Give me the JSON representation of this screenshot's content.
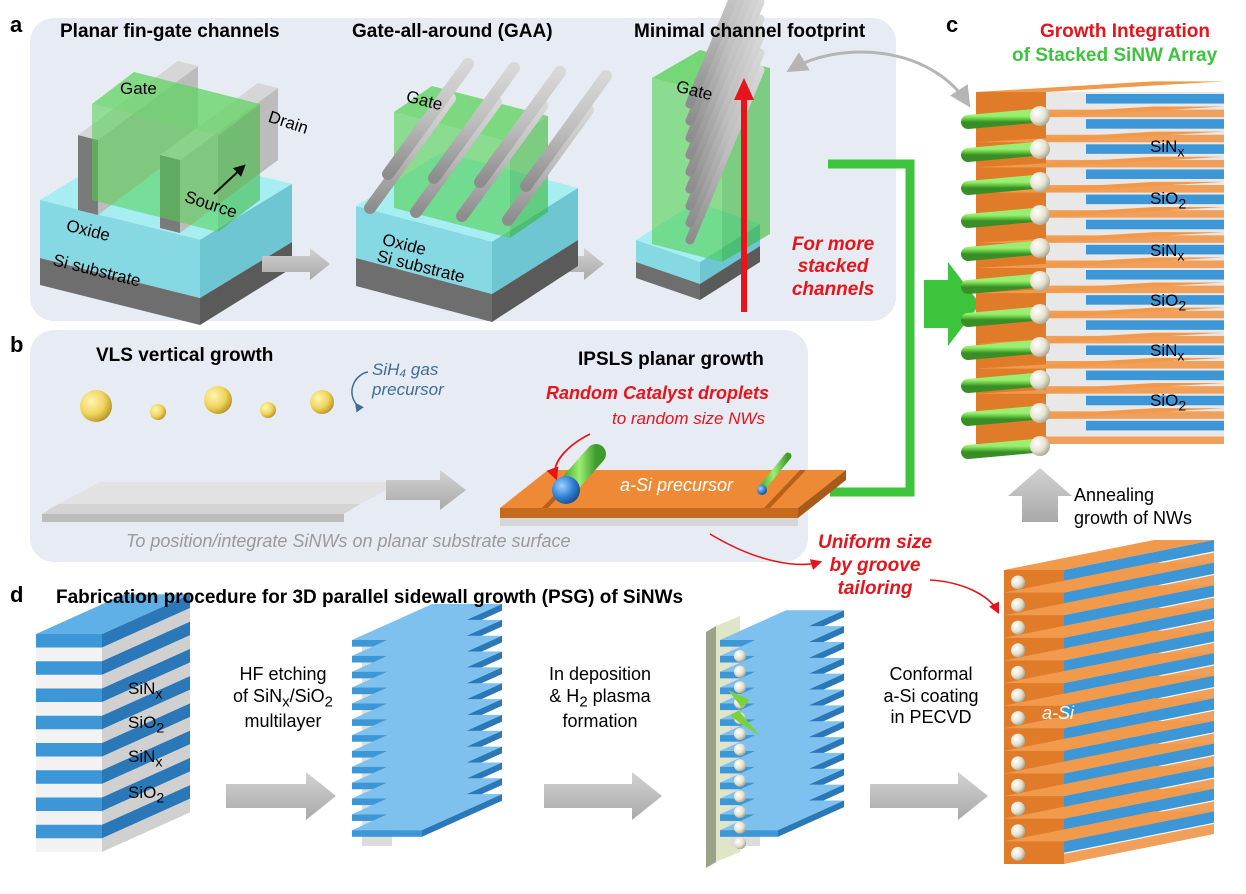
{
  "panel_a": {
    "letter": "a",
    "titles": [
      "Planar fin-gate channels",
      "Gate-all-around (GAA)",
      "Minimal channel footprint"
    ],
    "fin": {
      "gate": "Gate",
      "drain": "Drain",
      "source": "Source",
      "oxide": "Oxide",
      "substrate": "Si substrate"
    },
    "gaa": {
      "gate": "Gate",
      "oxide": "Oxide",
      "substrate": "Si substrate"
    },
    "minimal": {
      "gate": "Gate"
    },
    "stacked_note": [
      "For more",
      "stacked",
      "channels"
    ]
  },
  "panel_b": {
    "letter": "b",
    "vls_title": "VLS vertical growth",
    "precursor_note": [
      "SiH₄ gas",
      "precursor"
    ],
    "ipsls_title": "IPSLS planar growth",
    "catalyst_note": "Random Catalyst droplets",
    "catalyst_note2": "to random size NWs",
    "asi_precursor": "a-Si precursor",
    "footer": "To position/integrate SiNWs on planar substrate surface"
  },
  "panel_c": {
    "letter": "c",
    "title_line1": "Growth Integration",
    "title_line2": "of Stacked SiNW Array",
    "layer_labels": [
      "SiNx",
      "SiO2",
      "SiNx",
      "SiO2",
      "SiNx",
      "SiO2"
    ],
    "annealing_note": [
      "Annealing",
      "growth of NWs"
    ],
    "uniform_note": [
      "Uniform size",
      "by groove",
      "tailoring"
    ]
  },
  "panel_d": {
    "letter": "d",
    "title": "Fabrication procedure for 3D parallel sidewall growth (PSG) of SiNWs",
    "stack_labels": [
      "SiNx",
      "SiO2",
      "SiNx",
      "SiO2"
    ],
    "step1": [
      "HF etching",
      "of SiNx/SiO2",
      "multilayer"
    ],
    "step2": [
      "In deposition",
      "& H2 plasma",
      "formation"
    ],
    "step3": [
      "Conformal",
      "a-Si coating",
      "in PECVD"
    ],
    "asi_label": "a-Si"
  },
  "colors": {
    "gate_green": "#4fd14f",
    "oxide_cyan": "#8fe3ea",
    "substrate_grey": "#8c8c8c",
    "nitride_blue": "#3d97d6",
    "oxide_white": "#eeeeee",
    "asi_orange": "#f08a33",
    "nanowire_green": "#7fd85a",
    "accent_red": "#e8141b",
    "bracket_green": "#3cc43c",
    "panel_bg": "#e7ebf3"
  }
}
